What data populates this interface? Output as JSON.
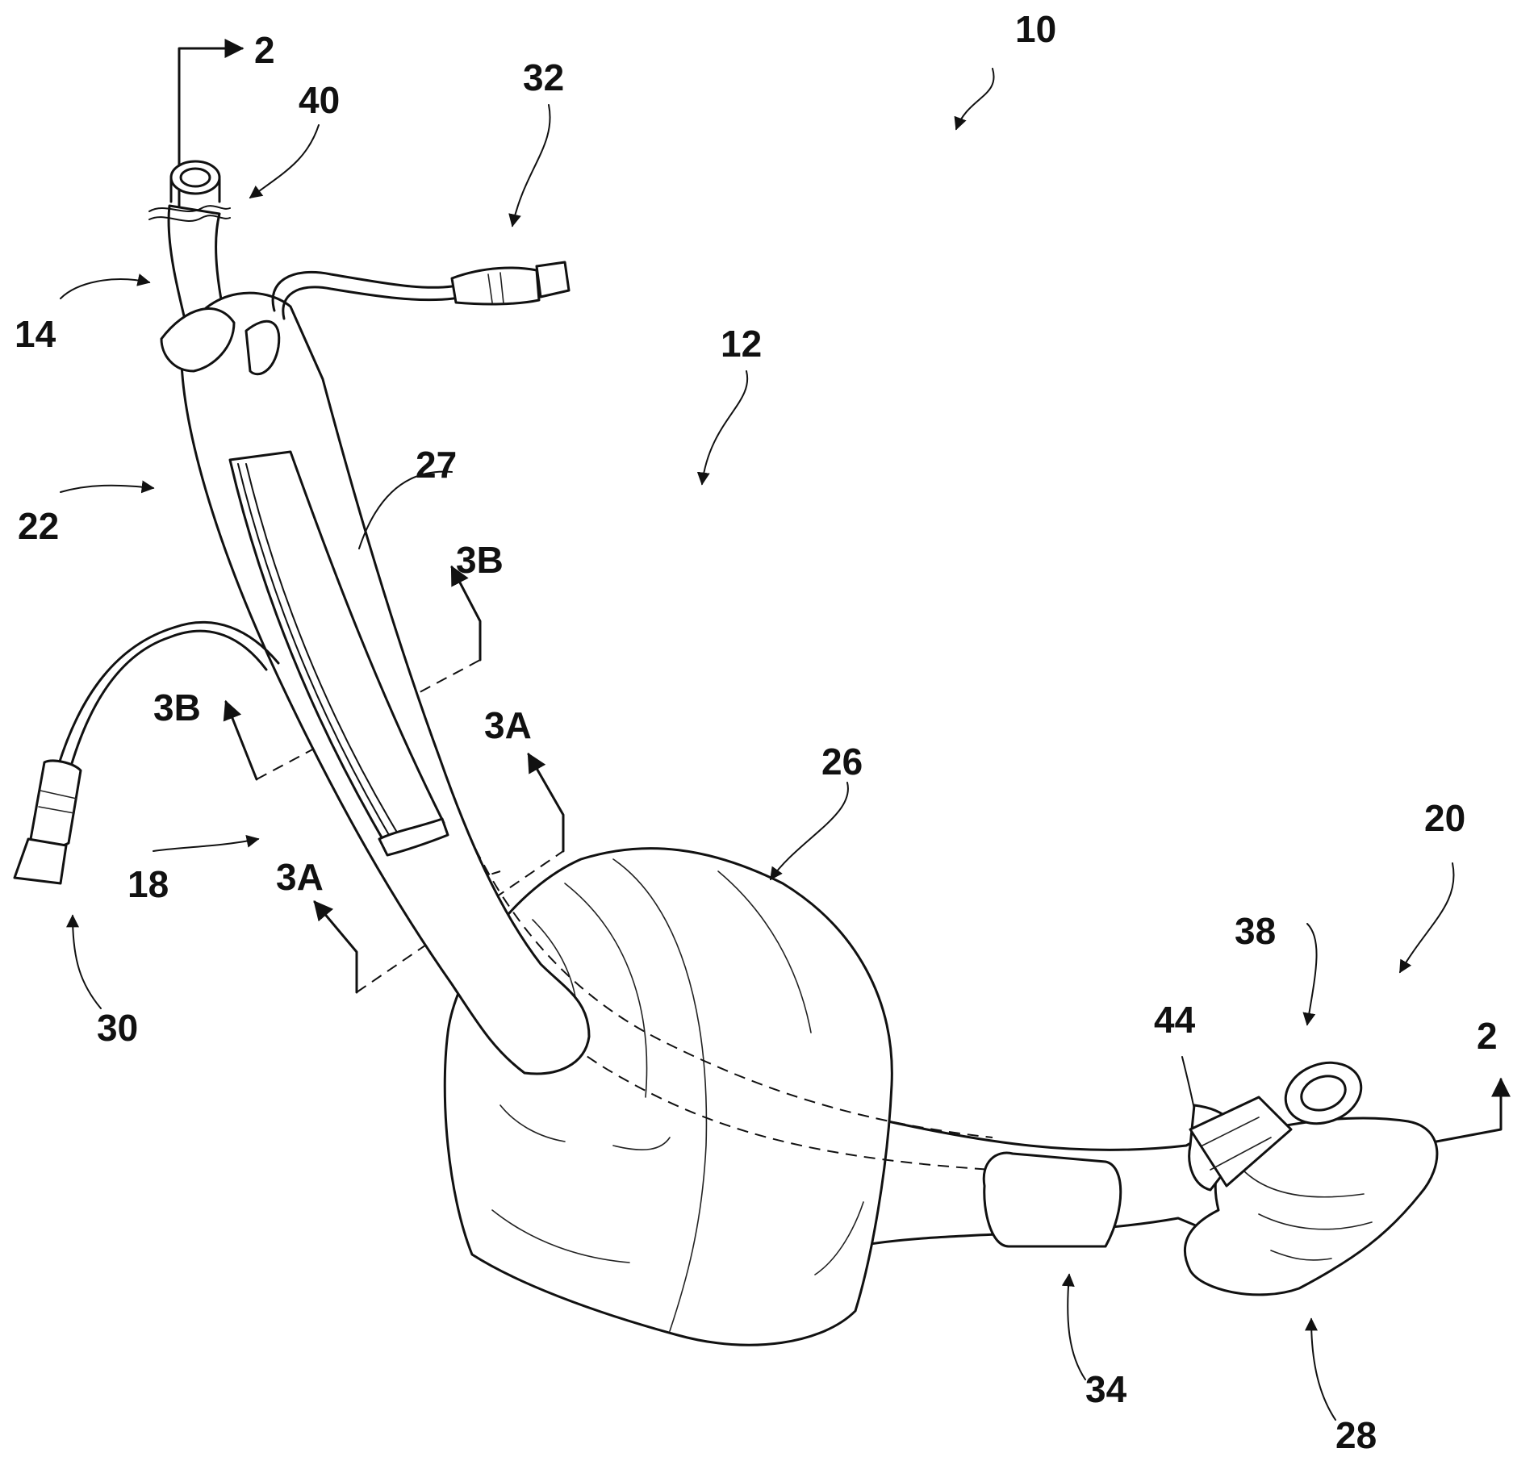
{
  "labels": {
    "l10": "10",
    "l12": "12",
    "l14": "14",
    "l18": "18",
    "l20": "20",
    "l22": "22",
    "l26": "26",
    "l27": "27",
    "l28": "28",
    "l30": "30",
    "l32": "32",
    "l34": "34",
    "l38": "38",
    "l40": "40",
    "l44": "44",
    "section_2_top": "2",
    "section_2_bottom": "2",
    "section_3a_left": "3A",
    "section_3a_right": "3A",
    "section_3b_left": "3B",
    "section_3b_right": "3B"
  }
}
